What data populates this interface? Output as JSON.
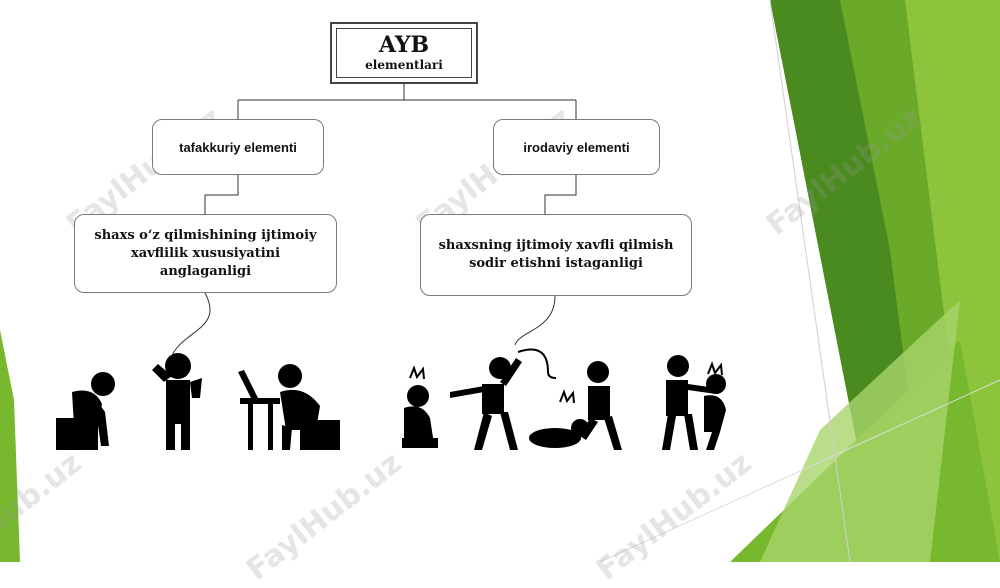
{
  "diagram": {
    "title": "AYB",
    "subtitle": "elementlari",
    "left": {
      "label": "tafakkuriy elementi",
      "description": "shaxs o‘z qilmishining ijtimoiy xavflilik xususiyatini anglaganligi"
    },
    "right": {
      "label": "irodaviy elementi",
      "description": "shaxsning ijtimoiy xavfli qilmish sodir etishni istaganligi"
    }
  },
  "watermark": "FaylHub.uz",
  "colors": {
    "green_dark": "#4a8b1f",
    "green_mid": "#77b82e",
    "green_light": "#a8d46a",
    "icon": "#000000"
  },
  "icons": {
    "left_group": [
      "sad-sitting-person-icon",
      "head-holding-person-icon",
      "person-at-laptop-icon"
    ],
    "right_group": [
      "scared-crouching-person-icon",
      "person-with-whip-icon",
      "person-kicking-icon",
      "person-pushing-icon"
    ]
  }
}
